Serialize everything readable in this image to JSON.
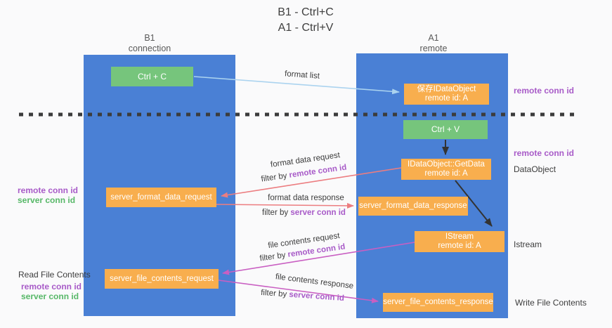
{
  "title": {
    "line1": "B1 - Ctrl+C",
    "line2": "A1 - Ctrl+V"
  },
  "lanes": {
    "left": {
      "name": "B1",
      "role": "connection"
    },
    "right": {
      "name": "A1",
      "role": "remote"
    }
  },
  "nodes": {
    "ctrl_c": "Ctrl + C",
    "ctrl_v": "Ctrl + V",
    "save_idataobject": {
      "line1": "保存IDataObject",
      "line2": "remote id: A"
    },
    "getdata": {
      "line1": "IDataObject::GetData",
      "line2": "remote id: A"
    },
    "istream": {
      "line1": "IStream",
      "line2": "remote id: A"
    },
    "format_request": "server_format_data_request",
    "format_response": "server_format_data_response",
    "file_request": "server_file_contents_request",
    "file_response": "server_file_contents_response"
  },
  "side_labels": {
    "remote_conn_id_top": "remote conn id",
    "remote_conn_id_mid": "remote conn id",
    "dataobject": "DataObject",
    "istream": "Istream",
    "write_file_contents": "Write File Contents",
    "read_file_contents": "Read File Contents",
    "remote_conn_id_left1": "remote conn id",
    "server_conn_id_left1": "server conn id",
    "remote_conn_id_left2": "remote conn id",
    "server_conn_id_left2": "server conn id"
  },
  "edge_labels": {
    "format_list": "format list",
    "format_data_request": "format data request",
    "format_data_response": "format data response",
    "file_contents_request": "file contents request",
    "file_contents_response": "file contents response",
    "filter_by": "filter by",
    "remote_conn_id": "remote conn id",
    "server_conn_id": "server conn id"
  },
  "colors": {
    "lane": "#4A80D5",
    "node_orange": "#F8AE4E",
    "node_green": "#76C57C",
    "arrow_red": "#EC7D80",
    "arrow_magenta": "#C95FC2",
    "arrow_blue": "#ABD3EF",
    "arrow_black": "#333333",
    "text_purple": "#A85BC8",
    "text_green": "#57B868"
  }
}
